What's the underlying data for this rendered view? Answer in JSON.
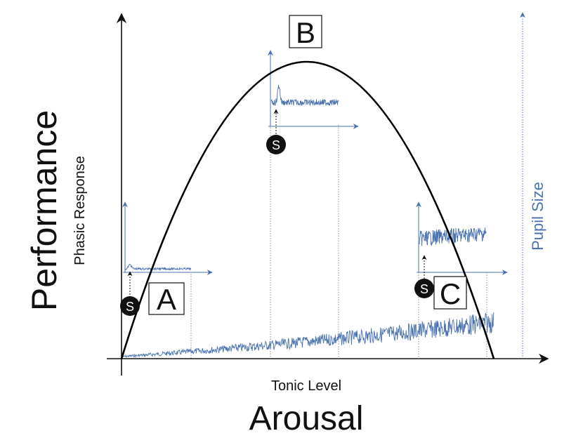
{
  "labels": {
    "y_main": "Performance",
    "y_sub": "Phasic Response",
    "x_main": "Arousal",
    "x_sub": "Tonic Level",
    "right_axis": "Pupil Size"
  },
  "regions": {
    "a": "A",
    "b": "B",
    "c": "C"
  },
  "stimulus_markers": {
    "a": "S",
    "b": "S",
    "c": "S"
  },
  "colors": {
    "curve": "#000000",
    "signal": "#4a72b0",
    "axis": "#111111",
    "guide": "#777777"
  }
}
